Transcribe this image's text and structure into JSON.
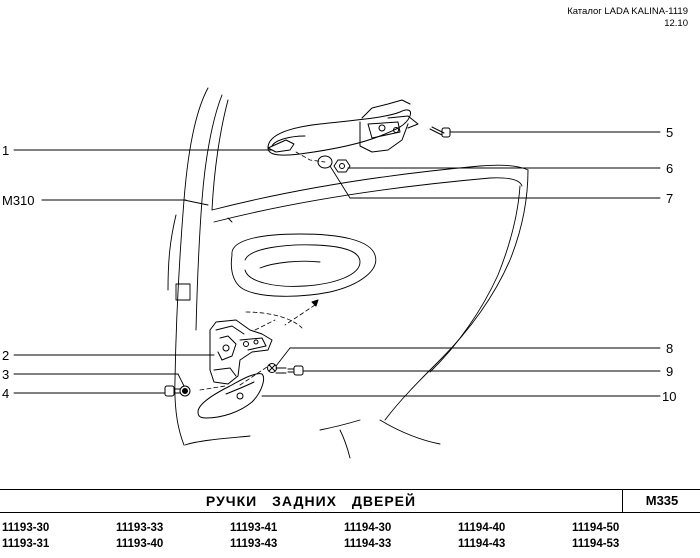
{
  "header": {
    "catalog": "Каталог LADA KALINA-1119",
    "date": "12.10"
  },
  "callouts": {
    "c1": "1",
    "c2": "2",
    "c3": "3",
    "c4": "4",
    "c5": "5",
    "c6": "6",
    "c7": "7",
    "c8": "8",
    "c9": "9",
    "c10": "10",
    "m310": "М310"
  },
  "footer": {
    "title": "РУЧКИ ЗАДНИХ ДВЕРЕЙ",
    "code": "М335"
  },
  "models": [
    [
      "11193-30",
      "11193-31"
    ],
    [
      "11193-33",
      "11193-40"
    ],
    [
      "11193-41",
      "11193-43"
    ],
    [
      "11194-30",
      "11194-33"
    ],
    [
      "11194-40",
      "11194-43"
    ],
    [
      "11194-50",
      "11194-53"
    ]
  ]
}
